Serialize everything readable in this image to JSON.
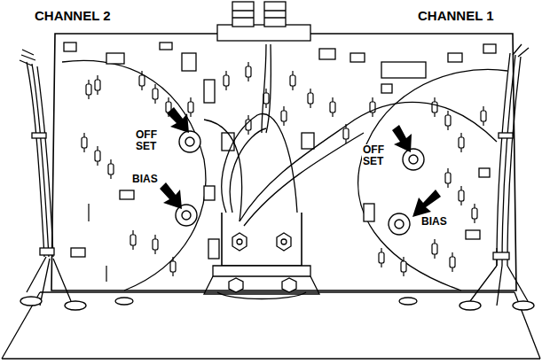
{
  "diagram": {
    "labels": [
      "CHANNEL 2",
      "CHANNEL 1",
      "OFF SET",
      "OFF SET",
      "BIAS",
      "BIAS"
    ]
  }
}
